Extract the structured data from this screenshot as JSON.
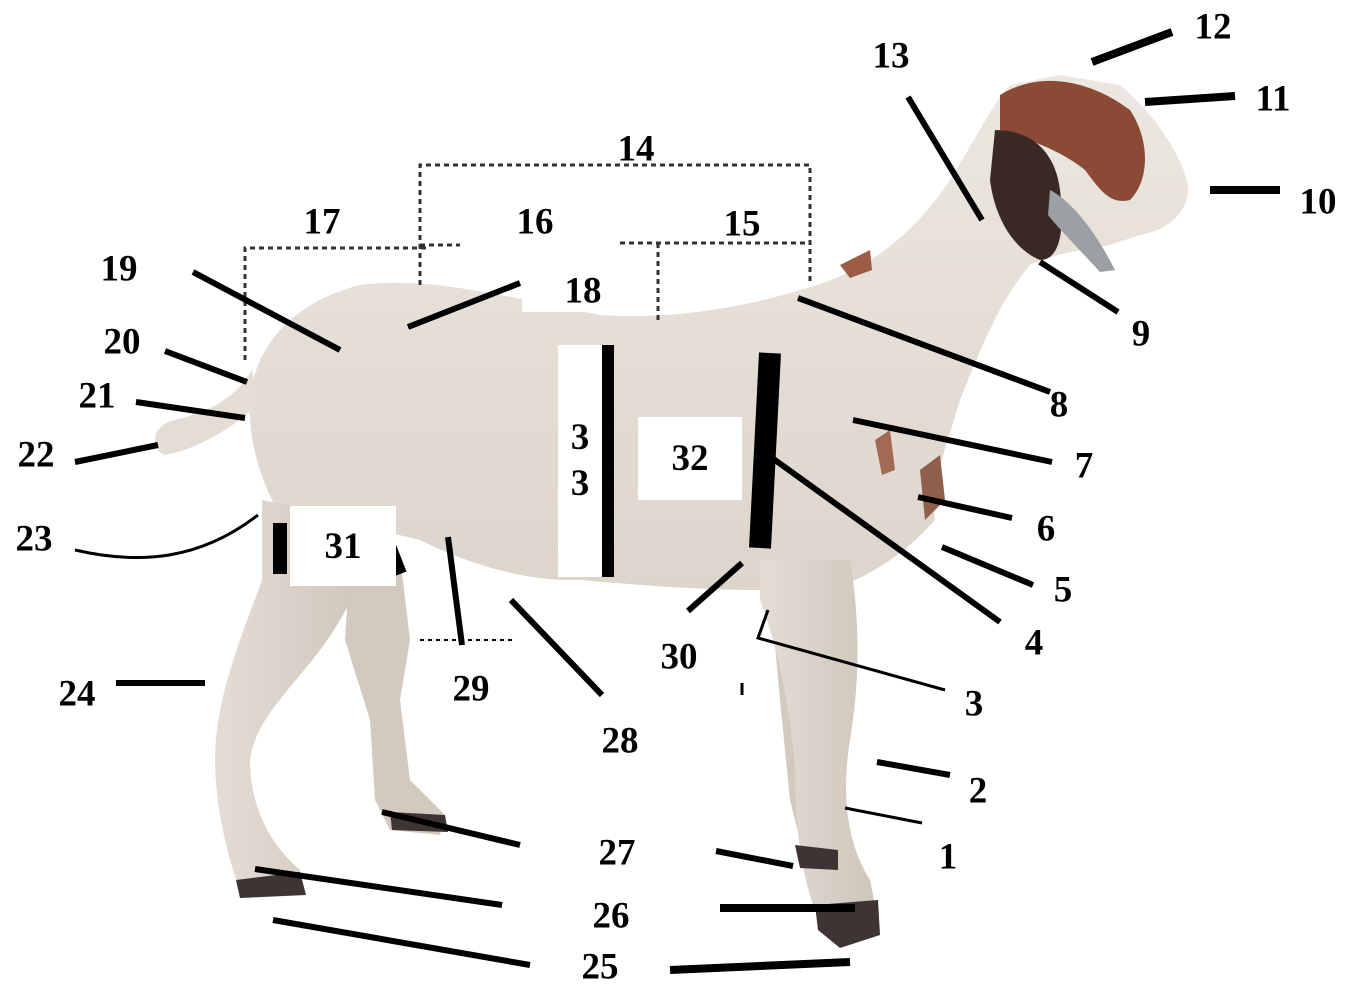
{
  "colors": {
    "background": "#ffffff",
    "goat_body": "#e7e1da",
    "goat_shade": "#cfc6bb",
    "head_patch": "#8a4a36",
    "hoof": "#3e3434",
    "leader_line": "#000000"
  },
  "labels": [
    {
      "id": "1",
      "text": "1"
    },
    {
      "id": "2",
      "text": "2"
    },
    {
      "id": "3",
      "text": "3"
    },
    {
      "id": "4",
      "text": "4"
    },
    {
      "id": "5",
      "text": "5"
    },
    {
      "id": "6",
      "text": "6"
    },
    {
      "id": "7",
      "text": "7"
    },
    {
      "id": "8",
      "text": "8"
    },
    {
      "id": "9",
      "text": "9"
    },
    {
      "id": "10",
      "text": "10"
    },
    {
      "id": "11",
      "text": "11"
    },
    {
      "id": "12",
      "text": "12"
    },
    {
      "id": "13",
      "text": "13"
    },
    {
      "id": "14",
      "text": "14"
    },
    {
      "id": "15",
      "text": "15"
    },
    {
      "id": "16",
      "text": "16"
    },
    {
      "id": "17",
      "text": "17"
    },
    {
      "id": "18",
      "text": "18"
    },
    {
      "id": "19",
      "text": "19"
    },
    {
      "id": "20",
      "text": "20"
    },
    {
      "id": "21",
      "text": "21"
    },
    {
      "id": "22",
      "text": "22"
    },
    {
      "id": "23",
      "text": "23"
    },
    {
      "id": "24",
      "text": "24"
    },
    {
      "id": "25",
      "text": "25"
    },
    {
      "id": "26",
      "text": "26"
    },
    {
      "id": "27",
      "text": "27"
    },
    {
      "id": "28",
      "text": "28"
    },
    {
      "id": "29",
      "text": "29"
    },
    {
      "id": "30",
      "text": "30"
    },
    {
      "id": "31",
      "text": "31"
    },
    {
      "id": "32",
      "text": "32"
    },
    {
      "id": "33",
      "text_top": "3",
      "text_bottom": "3"
    }
  ]
}
